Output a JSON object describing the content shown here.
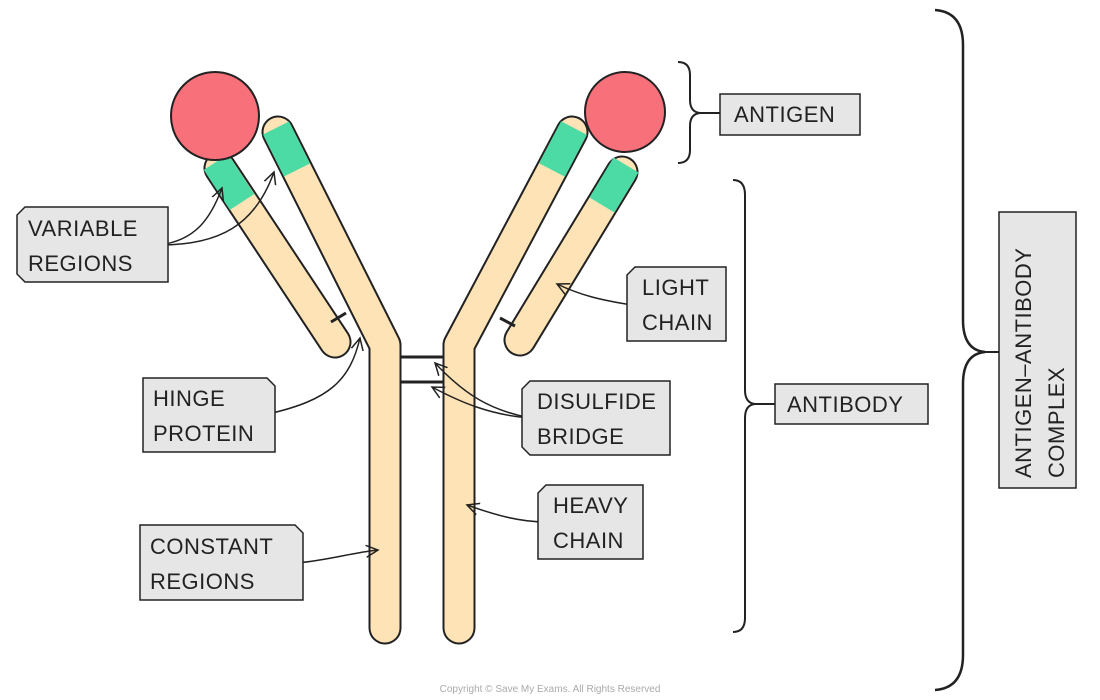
{
  "colors": {
    "antigen": "#f7707a",
    "variable": "#4ddba5",
    "chain": "#fde3b6",
    "label_box": "#e6e6e6",
    "outline": "#222222"
  },
  "labels": {
    "variable_regions": [
      "VARIABLE",
      "REGIONS"
    ],
    "hinge_protein": [
      "HINGE",
      "PROTEIN"
    ],
    "constant_regions": [
      "CONSTANT",
      "REGIONS"
    ],
    "antigen": "ANTIGEN",
    "light_chain": [
      "LIGHT",
      "CHAIN"
    ],
    "disulfide_bridge": [
      "DISULFIDE",
      "BRIDGE"
    ],
    "heavy_chain": [
      "HEAVY",
      "CHAIN"
    ],
    "antibody": "ANTIBODY",
    "complex": [
      "ANTIGEN–ANTIBODY",
      "COMPLEX"
    ]
  },
  "copyright": "Copyright © Save My Exams. All Rights Reserved"
}
